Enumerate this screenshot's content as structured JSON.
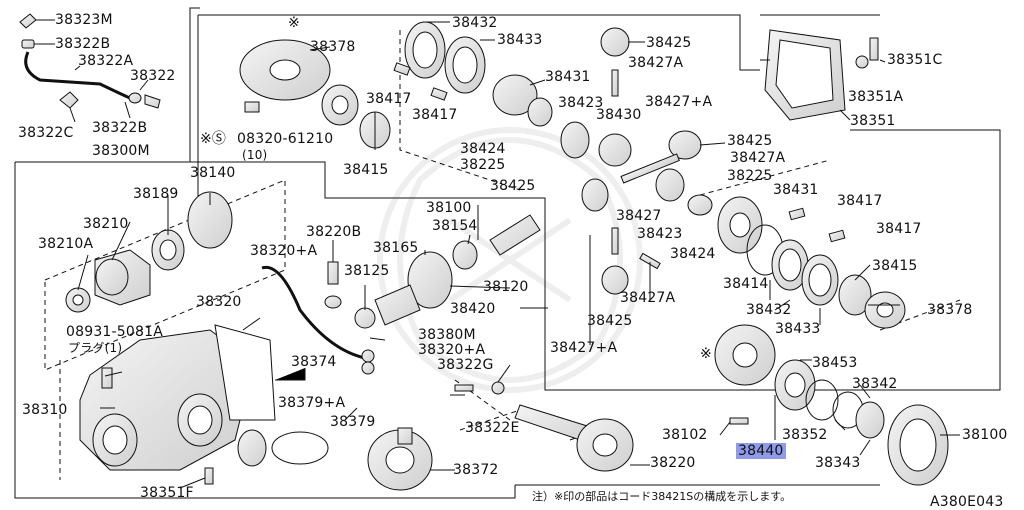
{
  "diagram_id": "A380E043",
  "note": "注）※印の部品はコード38421Sの構成を示します。",
  "highlighted_part": "38440",
  "labels": {
    "p38323M": "38323M",
    "p38322B_top": "38322B",
    "p38322A": "38322A",
    "p38322": "38322",
    "p38322C": "38322C",
    "p38322B_bot": "38322B",
    "p38300M": "38300M",
    "p38378_top": "38378",
    "p38432_top": "38432",
    "p38433_top": "38433",
    "p38425_top": "38425",
    "p38427A_top": "38427A",
    "p38431_top": "38431",
    "p38427pA_top": "38427+A",
    "p38417_a": "38417",
    "p38417_b": "38417",
    "p38423_top": "38423",
    "p38430": "38430",
    "p38424_top": "38424",
    "p38225_top": "38225",
    "p38425_mid": "38425",
    "p38427A_mid": "38427A",
    "p08320": "08320-61210",
    "p08320_qty": "(10)",
    "p38415_top": "38415",
    "p38351C": "38351C",
    "p38351A": "38351A",
    "p38351": "38351",
    "p38140": "38140",
    "p38189": "38189",
    "p38210": "38210",
    "p38210A": "38210A",
    "p38220B": "38220B",
    "p38320pA_a": "38320+A",
    "p38100_pin": "38100",
    "p38154": "38154",
    "p38165": "38165",
    "p38125": "38125",
    "p38120": "38120",
    "p38420": "38420",
    "p38425_l": "38425",
    "p38225_r": "38225",
    "p38431_r": "38431",
    "p38417_c": "38417",
    "p38417_d": "38417",
    "p38427": "38427",
    "p38423_r": "38423",
    "p38424_r": "38424",
    "p38415_r": "38415",
    "p38414": "38414",
    "p38432_r": "38432",
    "p38378_r": "38378",
    "p38433_r": "38433",
    "p38427A_b": "38427A",
    "p38425_b": "38425",
    "p38427pA_b": "38427+A",
    "p38320": "38320",
    "p08931": "08931-5081A",
    "p08931_sub": "プラグ(1)",
    "p38380M": "38380M",
    "p38320pA_b": "38320+A",
    "p38374": "38374",
    "p38322G": "38322G",
    "p38379pA": "38379+A",
    "p38379": "38379",
    "p38310": "38310",
    "p38322E": "38322E",
    "p38372": "38372",
    "p38351F": "38351F",
    "p38220": "38220",
    "p38453": "38453",
    "p38342": "38342",
    "p38102": "38102",
    "p38352": "38352",
    "p38343": "38343",
    "p38100_ring": "38100",
    "star": "※",
    "star_s": "※Ⓢ"
  }
}
